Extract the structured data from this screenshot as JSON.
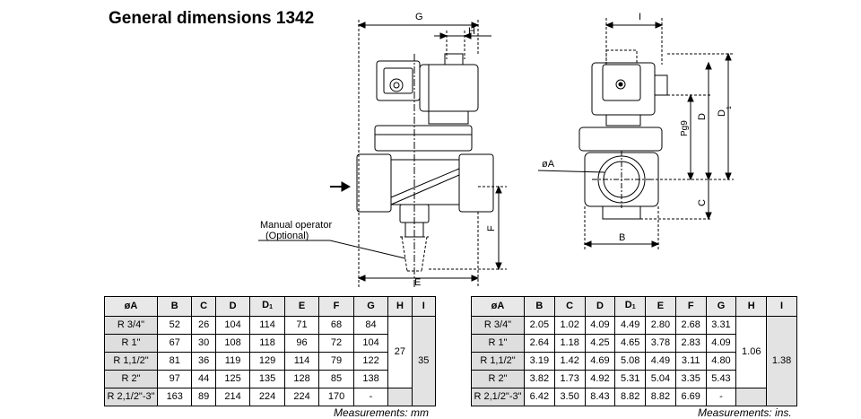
{
  "title": "General dimensions 1342",
  "drawing": {
    "labels": {
      "G": "G",
      "H": "H",
      "I": "I",
      "D": "D",
      "D1": "D",
      "D1_sub": "1",
      "Pg9": "Pg9",
      "C": "C",
      "B": "B",
      "E": "E",
      "F": "F",
      "oA": "øA"
    },
    "manual_operator": [
      "Manual operator",
      "(Optional)"
    ]
  },
  "table_mm": {
    "headers": [
      "øA",
      "B",
      "C",
      "D",
      "D",
      "E",
      "F",
      "G",
      "H",
      "I"
    ],
    "d1_sub": "1",
    "rows": [
      {
        "a": "R 3/4\"",
        "b": "52",
        "c": "26",
        "d": "104",
        "d1": "114",
        "e": "71",
        "f": "68",
        "g": "84"
      },
      {
        "a": "R 1\"",
        "b": "67",
        "c": "30",
        "d": "108",
        "d1": "118",
        "e": "96",
        "f": "72",
        "g": "104"
      },
      {
        "a": "R 1,1/2\"",
        "b": "81",
        "c": "36",
        "d": "119",
        "d1": "129",
        "e": "114",
        "f": "79",
        "g": "122"
      },
      {
        "a": "R 2\"",
        "b": "97",
        "c": "44",
        "d": "125",
        "d1": "135",
        "e": "128",
        "f": "85",
        "g": "138"
      },
      {
        "a": "R 2,1/2\"-3\"",
        "b": "163",
        "c": "89",
        "d": "214",
        "d1": "224",
        "e": "224",
        "f": "170",
        "g": "-"
      }
    ],
    "h": "27",
    "i": "35",
    "note": "Measurements: mm"
  },
  "table_in": {
    "headers": [
      "øA",
      "B",
      "C",
      "D",
      "D",
      "E",
      "F",
      "G",
      "H",
      "I"
    ],
    "d1_sub": "1",
    "rows": [
      {
        "a": "R 3/4\"",
        "b": "2.05",
        "c": "1.02",
        "d": "4.09",
        "d1": "4.49",
        "e": "2.80",
        "f": "2.68",
        "g": "3.31"
      },
      {
        "a": "R 1\"",
        "b": "2.64",
        "c": "1.18",
        "d": "4.25",
        "d1": "4.65",
        "e": "3.78",
        "f": "2.83",
        "g": "4.09"
      },
      {
        "a": "R 1,1/2\"",
        "b": "3.19",
        "c": "1.42",
        "d": "4.69",
        "d1": "5.08",
        "e": "4.49",
        "f": "3.11",
        "g": "4.80"
      },
      {
        "a": "R 2\"",
        "b": "3.82",
        "c": "1.73",
        "d": "4.92",
        "d1": "5.31",
        "e": "5.04",
        "f": "3.35",
        "g": "5.43"
      },
      {
        "a": "R 2,1/2\"-3\"",
        "b": "6.42",
        "c": "3.50",
        "d": "8.43",
        "d1": "8.82",
        "e": "8.82",
        "f": "6.69",
        "g": "-"
      }
    ],
    "h": "1.06",
    "i": "1.38",
    "note": "Measurements: ins."
  }
}
